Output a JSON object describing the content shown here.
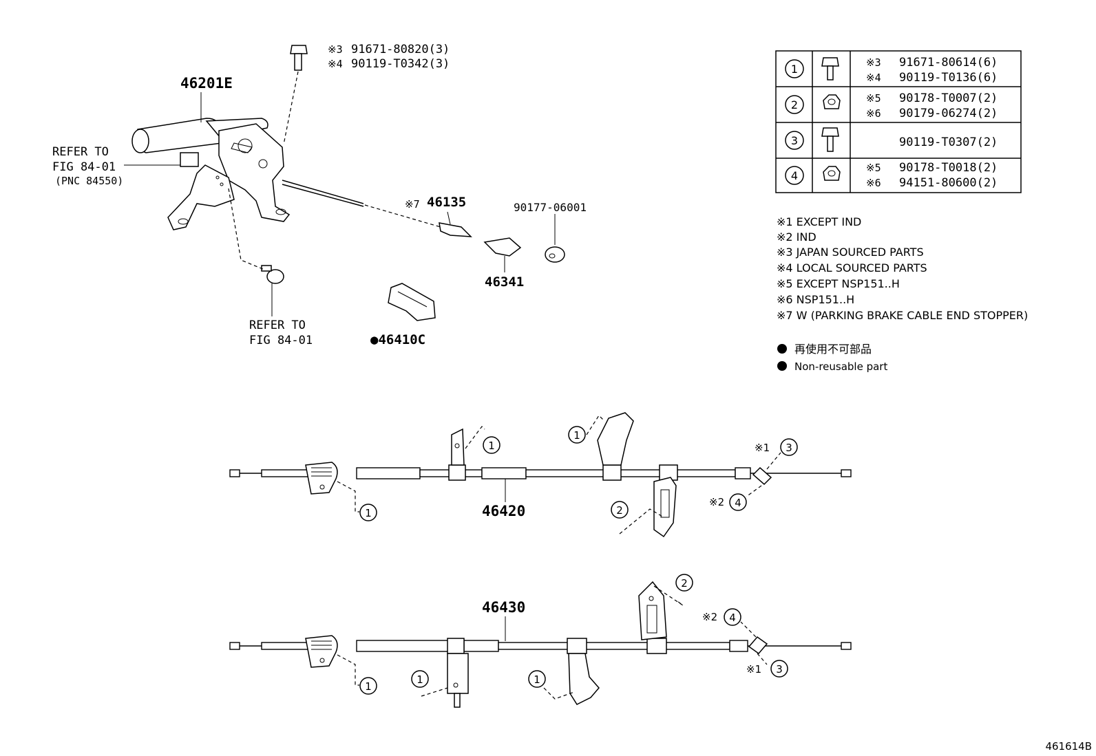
{
  "diagram_code": "461614B",
  "top_assembly": {
    "lever_part": "46201E",
    "refer_fig_upper": [
      "REFER TO",
      "FIG 84-01",
      "(PNC 84550)"
    ],
    "refer_fig_lower": [
      "REFER TO",
      "FIG 84-01"
    ],
    "bolt_callouts": [
      {
        "mark": "※3",
        "part": "91671-80820(3)"
      },
      {
        "mark": "※4",
        "part": "90119-T0342(3)"
      }
    ],
    "stopper": {
      "mark": "※7",
      "part": "46135"
    },
    "clip_part": "46341",
    "grommet_part": "90177-06001",
    "holder_part": "●46410C"
  },
  "fastener_table": [
    {
      "num": "1",
      "icon": "bolt-icon",
      "lines": [
        {
          "mark": "※3",
          "part": "91671-80614(6)"
        },
        {
          "mark": "※4",
          "part": "90119-T0136(6)"
        }
      ]
    },
    {
      "num": "2",
      "icon": "nut-icon",
      "lines": [
        {
          "mark": "※5",
          "part": "90178-T0007(2)"
        },
        {
          "mark": "※6",
          "part": "90179-06274(2)"
        }
      ]
    },
    {
      "num": "3",
      "icon": "bolt-icon",
      "lines": [
        {
          "mark": "",
          "part": "90119-T0307(2)"
        }
      ]
    },
    {
      "num": "4",
      "icon": "nut-icon",
      "lines": [
        {
          "mark": "※5",
          "part": "90178-T0018(2)"
        },
        {
          "mark": "※6",
          "part": "94151-80600(2)"
        }
      ]
    }
  ],
  "notes": [
    "※1 EXCEPT IND",
    "※2 IND",
    "※3 JAPAN SOURCED PARTS",
    "※4 LOCAL SOURCED PARTS",
    "※5 EXCEPT NSP151..H",
    "※6 NSP151..H",
    "※7 W (PARKING BRAKE CABLE END STOPPER)"
  ],
  "legend": {
    "japanese": "再使用不可部品",
    "english": "Non-reusable part"
  },
  "cable_upper": {
    "part": "46420",
    "callouts": [
      "1",
      "1",
      "1",
      "2"
    ],
    "end_marks": [
      {
        "mark": "※1",
        "num": "3"
      },
      {
        "mark": "※2",
        "num": "4"
      }
    ]
  },
  "cable_lower": {
    "part": "46430",
    "callouts": [
      "1",
      "1",
      "1",
      "2"
    ],
    "end_marks": [
      {
        "mark": "※2",
        "num": "4"
      },
      {
        "mark": "※1",
        "num": "3"
      }
    ]
  }
}
